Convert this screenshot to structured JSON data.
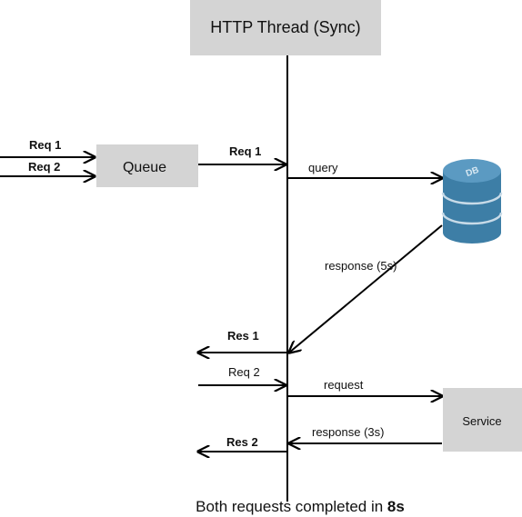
{
  "boxes": {
    "http_thread": "HTTP Thread (Sync)",
    "queue": "Queue",
    "service": "Service",
    "db": "DB"
  },
  "edges": {
    "incoming_req1": "Req 1",
    "incoming_req2": "Req 2",
    "queue_to_thread_req1": "Req 1",
    "query": "query",
    "db_response": "response (5s)",
    "res1": "Res 1",
    "thread_req2": "Req 2",
    "service_request": "request",
    "service_response": "response (3s)",
    "res2": "Res 2"
  },
  "caption": {
    "text": "Both requests completed in ",
    "highlight": "8s"
  },
  "colors": {
    "box_fill": "#d4d4d4",
    "db_body": "#3d7ea6",
    "db_top": "#5b9ac2",
    "db_band": "#c8dbe8",
    "line": "#000000"
  }
}
